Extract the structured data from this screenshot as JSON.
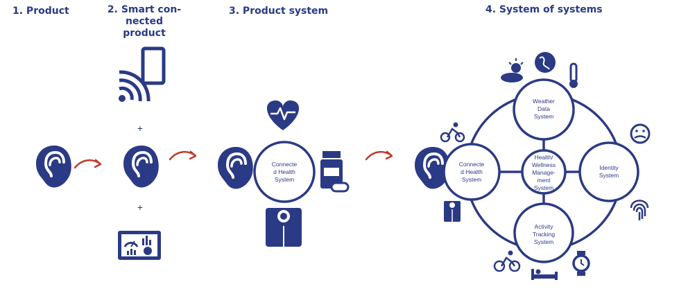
{
  "stages": [
    {
      "id": "stage-1",
      "title": "1. Product"
    },
    {
      "id": "stage-2",
      "title": "2. Smart con-\nnected product"
    },
    {
      "id": "stage-3",
      "title": "3. Product system"
    },
    {
      "id": "stage-4",
      "title": "4.  System of systems"
    }
  ],
  "stage2": {
    "plus_top": "+",
    "plus_bottom": "+"
  },
  "stage3": {
    "system_label": [
      "Connecte",
      "d Health",
      "System"
    ]
  },
  "stage4": {
    "weather": [
      "Weather",
      "Data",
      "System"
    ],
    "connected": [
      "Connecte",
      "d Health",
      "System"
    ],
    "health": [
      "Health/",
      "Wellness",
      "Manage-",
      "ment",
      "System"
    ],
    "identity": [
      "Identity",
      "System"
    ],
    "activity": [
      "Activity",
      "Tracking",
      "System"
    ]
  },
  "colors": {
    "navy": "#2b3a85",
    "dark": "#1f2a66",
    "arrow": "#c0392b"
  }
}
